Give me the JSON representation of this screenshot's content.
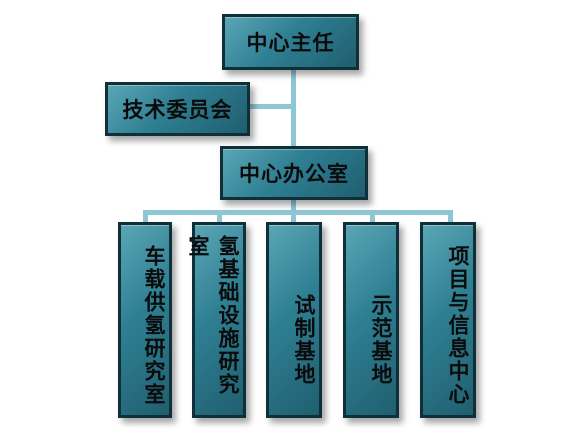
{
  "nodes": {
    "director": "中心主任",
    "tech_committee": "技术委员会",
    "office": "中心办公室",
    "departments": [
      "车载供氢研究室",
      "氢基础设施研究室",
      "试制基地",
      "示范基地",
      "项目与信息中心"
    ]
  },
  "colors": {
    "box_fill_light": "#5aa6b5",
    "box_fill_dark": "#1f5f6f",
    "box_border": "#0f3038",
    "connector": "#8ec6d3"
  }
}
